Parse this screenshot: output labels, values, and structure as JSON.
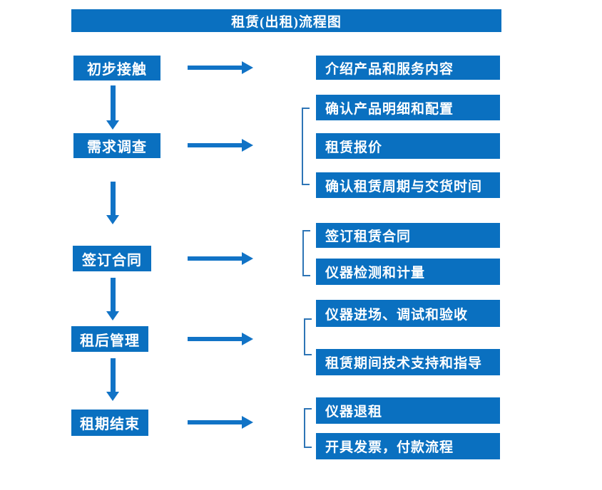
{
  "title": "租赁(出租)流程图",
  "colors": {
    "box_blue": "#0a70c0",
    "arrow_blue": "#1173c6",
    "bracket_blue": "#2e75b6",
    "text_white": "#ffffff",
    "background": "#ffffff"
  },
  "steps": [
    {
      "label": "初步接触",
      "outputs": [
        "介绍产品和服务内容"
      ]
    },
    {
      "label": "需求调查",
      "outputs": [
        "确认产品明细和配置",
        "租赁报价",
        "确认租赁周期与交货时间"
      ]
    },
    {
      "label": "签订合同",
      "outputs": [
        "签订租赁合同",
        "仪器检测和计量"
      ]
    },
    {
      "label": "租后管理",
      "outputs": [
        "仪器进场、调试和验收",
        "租赁期间技术支持和指导"
      ]
    },
    {
      "label": "租期结束",
      "outputs": [
        "仪器退租",
        "开具发票，付款流程"
      ]
    }
  ]
}
